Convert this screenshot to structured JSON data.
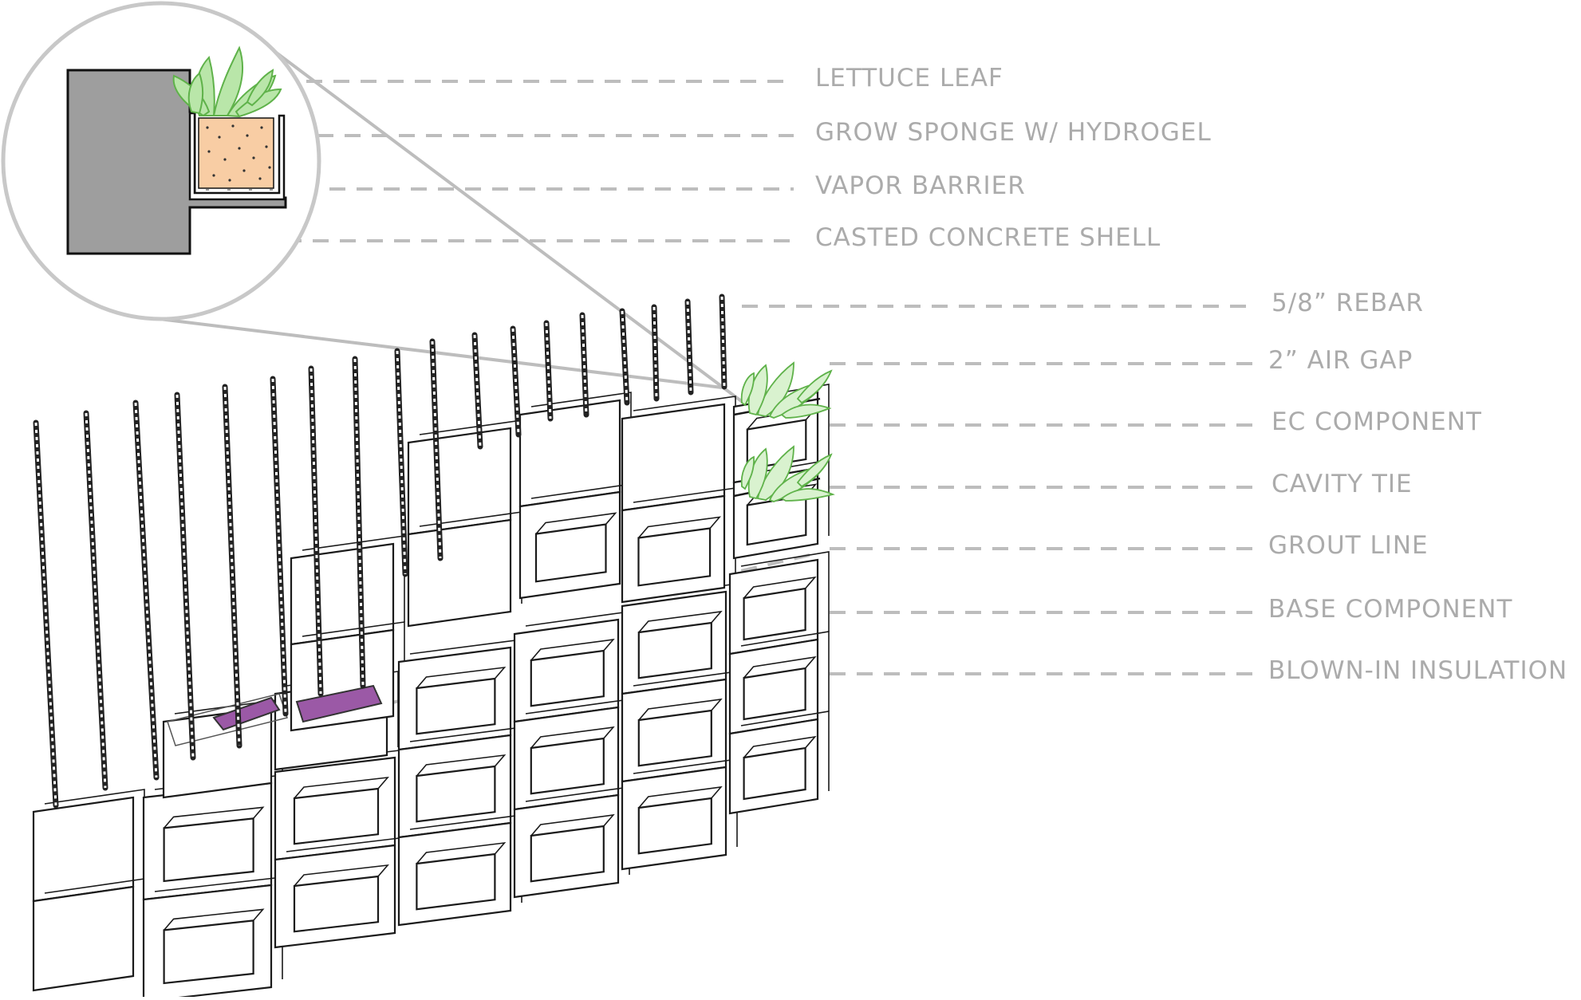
{
  "labels": {
    "lettuce_leaf": "LETTUCE LEAF",
    "grow_sponge": "GROW SPONGE W/ HYDROGEL",
    "vapor_barrier": "VAPOR BARRIER",
    "concrete_shell": "CASTED CONCRETE SHELL",
    "rebar": "5/8” REBAR",
    "air_gap": "2” AIR GAP",
    "ec_component": "EC COMPONENT",
    "cavity_tie": "CAVITY TIE",
    "grout_line": "GROUT LINE",
    "base_component": "BASE COMPONENT",
    "blown_in_insulation": "BLOWN-IN INSULATION"
  },
  "colors": {
    "leader_line": "#bdbdbd",
    "label_text": "#ababab",
    "concrete": "#9e9e9e",
    "sponge": "#f8cda4",
    "plant": "#7cc96a",
    "insulation": "#9b59a6",
    "outline": "#222222"
  }
}
